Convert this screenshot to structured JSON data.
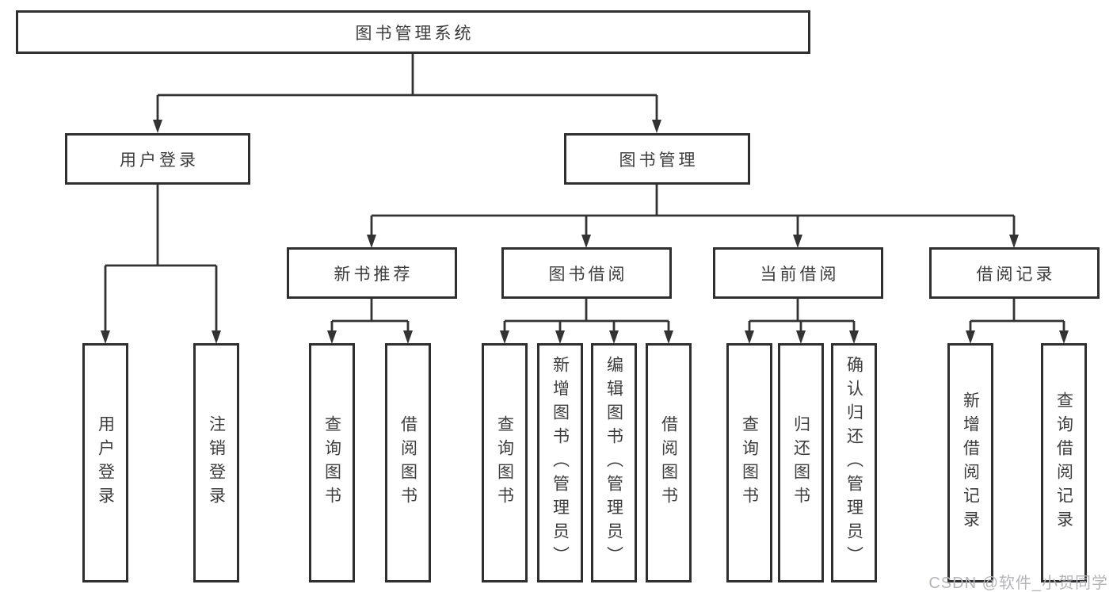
{
  "title": "图书管理系统",
  "tree": {
    "root": "图书管理系统",
    "branches": [
      {
        "label": "用户登录",
        "leaves": [
          "用户登录",
          "注销登录"
        ]
      },
      {
        "label": "图书管理",
        "groups": [
          {
            "label": "新书推荐",
            "leaves": [
              "查询图书",
              "借阅图书"
            ]
          },
          {
            "label": "图书借阅",
            "leaves": [
              "查询图书",
              "新增图书（管理员）",
              "编辑图书（管理员）",
              "借阅图书"
            ]
          },
          {
            "label": "当前借阅",
            "leaves": [
              "查询图书",
              "归还图书",
              "确认归还（管理员）"
            ]
          },
          {
            "label": "借阅记录",
            "leaves": [
              "新增借阅记录",
              "查询借阅记录"
            ]
          }
        ]
      }
    ]
  },
  "watermark": "CSDN @软件_小贺同学",
  "colors": {
    "line": "#333333",
    "box_border": "#2f2f2f",
    "text": "#3d3d3d",
    "watermark": "#b5b5b9",
    "background": "#ffffff"
  }
}
